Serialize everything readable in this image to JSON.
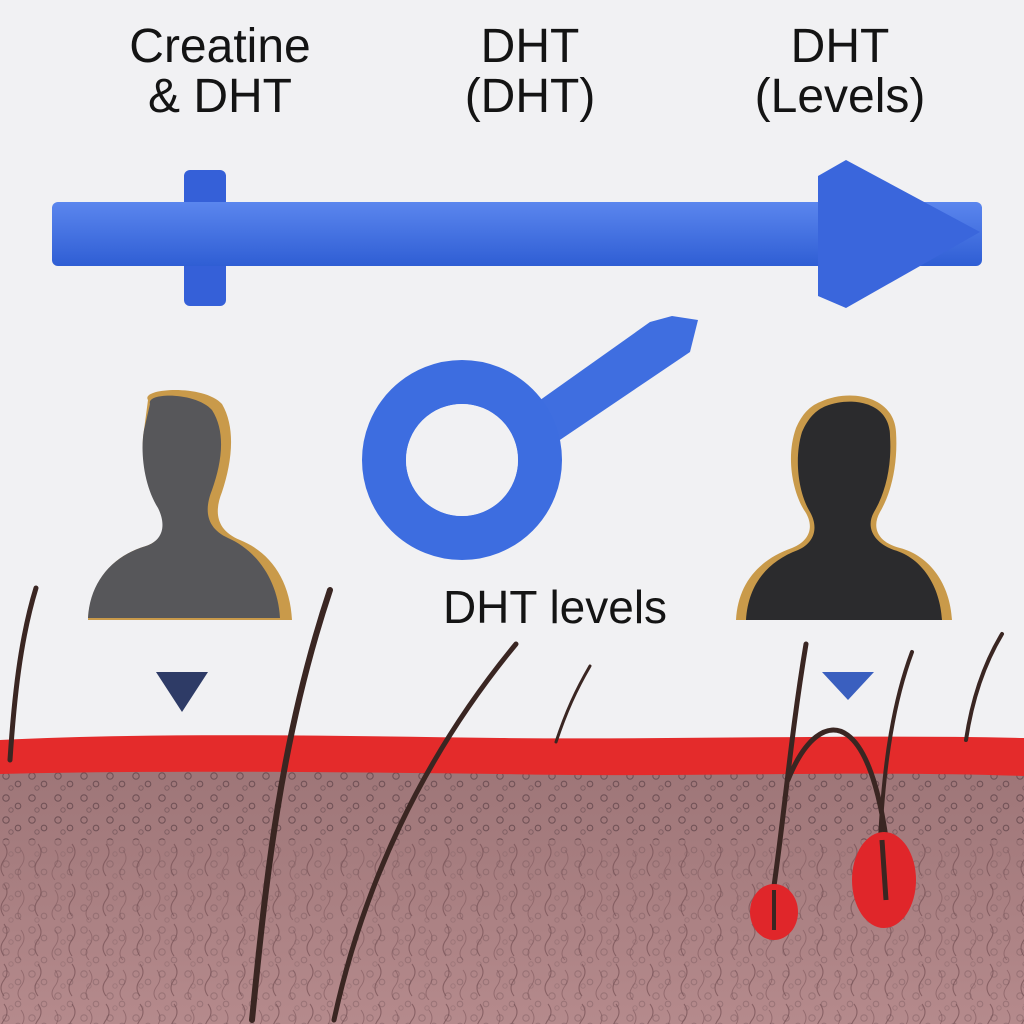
{
  "labels": {
    "col1_line1": "Creatine",
    "col1_line2": "& DHT",
    "col2_line1": "DHT",
    "col2_line2": "(DHT)",
    "col3_line1": "DHT",
    "col3_line2": "(Levels)",
    "center": "DHT levels"
  },
  "colors": {
    "background": "#f1f1f3",
    "arrow_blue": "#3e6ee0",
    "male_symbol_blue": "#3d6de0",
    "silhouette_left": "#57575a",
    "silhouette_right": "#2b2b2d",
    "silhouette_outline": "#c99a4a",
    "skin_surface_red": "#e42b2b",
    "skin_tissue": "#a8787a",
    "hair": "#3a2622",
    "follicle_red": "#e0262a"
  },
  "icons": {
    "arrow": "right-arrow-icon",
    "male_symbol": "male-symbol-icon",
    "person_left": "person-silhouette-icon",
    "person_right": "person-silhouette-icon",
    "pointer_left": "down-triangle-icon",
    "pointer_right": "down-triangle-icon"
  }
}
